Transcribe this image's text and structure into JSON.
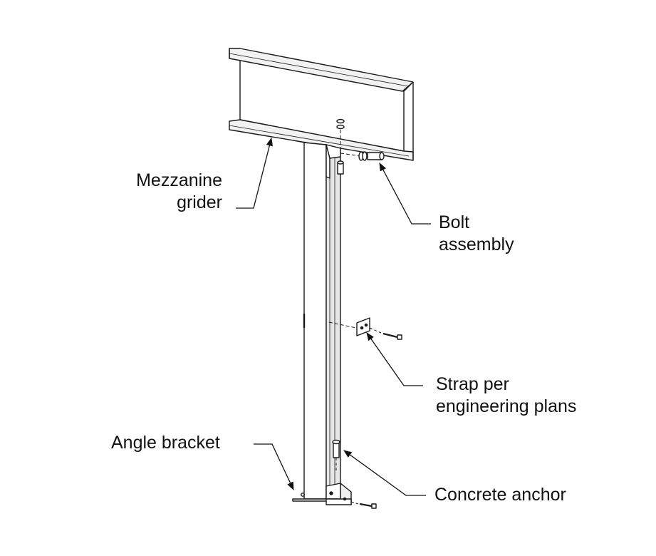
{
  "labels": {
    "mezzanine": [
      "Mezzanine",
      "grider"
    ],
    "bolt": [
      "Bolt",
      "assembly"
    ],
    "strap": [
      "Strap per",
      "engineering plans"
    ],
    "angle": "Angle bracket",
    "anchor": "Concrete anchor"
  },
  "colors": {
    "stroke": "#1a1a1a",
    "fill": "#ffffff",
    "shade": "#e6e6e6"
  }
}
